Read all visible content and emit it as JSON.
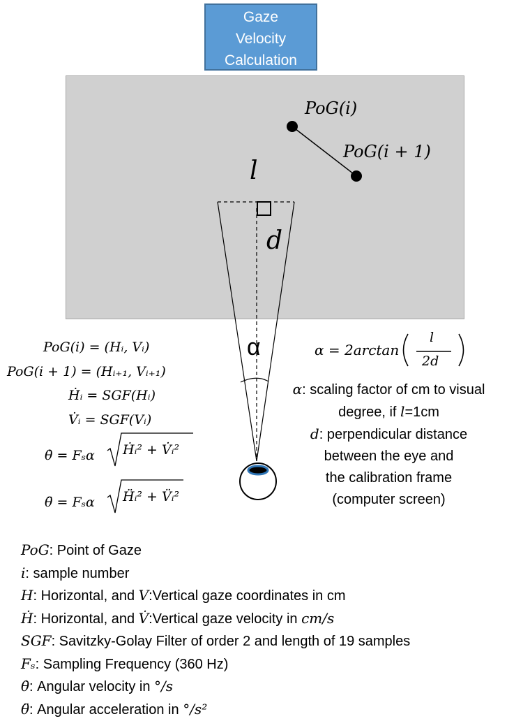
{
  "title": {
    "lines": [
      "Gaze",
      "Velocity",
      "Calculation"
    ]
  },
  "diagram": {
    "pog_i": "PoG(i)",
    "pog_i1": "PoG(i + 1)",
    "l_label": "l",
    "d_label": "d",
    "alpha_label": "α",
    "screen_color": "#d0d0d0",
    "title_color": "#5b9bd5",
    "eye_iris_color": "#2e75b6"
  },
  "formulas": {
    "pog_def": "PoG(i) = (Hᵢ, Vᵢ)",
    "pog_next_def": "PoG(i + 1) = (Hᵢ₊₁, Vᵢ₊₁)",
    "h_dot": "Ḣᵢ = SGF(Hᵢ)",
    "v_dot": "V̇ᵢ = SGF(Vᵢ)",
    "theta_dot_lhs": "θ̇ = Fₛα",
    "theta_dot_rad": "Ḣᵢ² + V̇ᵢ²",
    "theta_ddot_lhs": "θ̈ = Fₛα",
    "theta_ddot_rad": "Ḧᵢ² + V̈ᵢ²",
    "alpha_lhs": "α = 2arctan",
    "alpha_num": "l",
    "alpha_den": "2d"
  },
  "descriptions": {
    "alpha_sym": "α",
    "alpha_text_1": ": scaling factor of cm to visual",
    "alpha_text_2a": "degree, if ",
    "alpha_text_2l": "l",
    "alpha_text_2b": "=1cm",
    "d_sym": "d",
    "d_text_1": ": perpendicular distance",
    "d_text_2": "between the eye and",
    "d_text_3": "the calibration frame",
    "d_text_4": "(computer screen)"
  },
  "legend": [
    {
      "symbol": "PoG",
      "text": ": Point of Gaze"
    },
    {
      "symbol": "i",
      "text": ": sample number"
    },
    {
      "symbol": "H",
      "text": ": Horizontal, and ",
      "symbol2": "V",
      "text2": ":Vertical gaze coordinates in cm"
    },
    {
      "symbol": "Ḣ",
      "text": ": Horizontal, and ",
      "symbol2": "V̇",
      "text2": ":Vertical gaze velocity in ",
      "symbol3": "cm/s"
    },
    {
      "symbol": "SGF",
      "text": ": Savitzky-Golay Filter of order 2 and length of 19 samples"
    },
    {
      "symbol": "Fₛ",
      "text": ": Sampling Frequency (360 Hz)"
    },
    {
      "symbol": "θ̇",
      "text": ": Angular velocity in ",
      "symbol2": "°/s"
    },
    {
      "symbol": "θ̈",
      "text": ": Angular acceleration in ",
      "symbol2": "°/s²"
    }
  ]
}
